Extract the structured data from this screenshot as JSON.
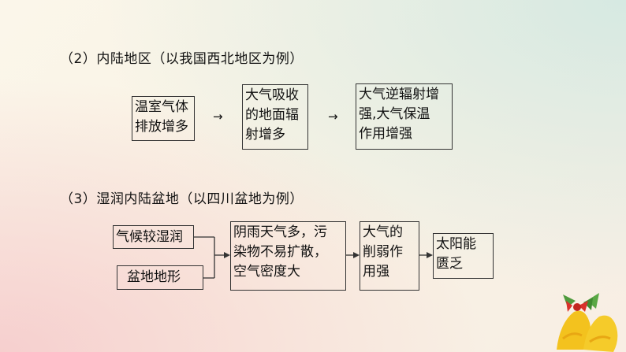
{
  "section2": {
    "heading": "（2）内陆地区（以我国西北地区为例）",
    "box1": [
      "温室气体",
      "排放增多"
    ],
    "box2": [
      "大气吸收",
      "的地面辐",
      "射增多"
    ],
    "box3": [
      "大气逆辐射增",
      "强,大气保温",
      "作用增强"
    ]
  },
  "section3": {
    "heading": "（3）湿润内陆盆地（以四川盆地为例）",
    "box_a": "气候较湿润",
    "box_b": "盆地地形",
    "box_c": [
      "阴雨天气多，污",
      "染物不易扩散，",
      "空气密度大"
    ],
    "box_d": [
      "大气的",
      "削弱作",
      "用强"
    ],
    "box_e": [
      "太阳能",
      "匮乏"
    ]
  },
  "arrow_glyph": "→"
}
